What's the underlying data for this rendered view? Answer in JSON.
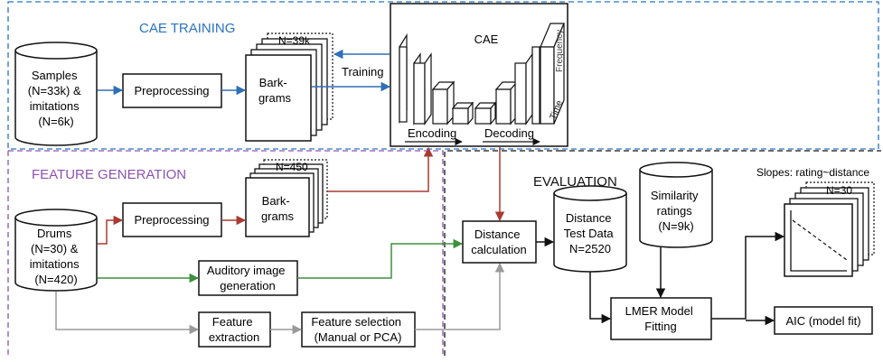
{
  "sections": {
    "cae_training": "CAE TRAINING",
    "feature_generation": "FEATURE GENERATION",
    "evaluation": "EVALUATION"
  },
  "nodes": {
    "samples": [
      "Samples",
      "(N=33k) &",
      "imitations",
      "(N=6k)"
    ],
    "preprocessing_top": "Preprocessing",
    "barkgrams_top": [
      "Bark-",
      "grams"
    ],
    "barkgrams_top_count": "N=39k",
    "training_label": "Training",
    "cae_title": "CAE",
    "cae_frequency": "Frequency",
    "cae_time": "Time",
    "cae_encoding": "Encoding",
    "cae_decoding": "Decoding",
    "drums": [
      "Drums",
      "(N=30) &",
      "imitations",
      "(N=420)"
    ],
    "preprocessing_mid": "Preprocessing",
    "barkgrams_mid": [
      "Bark-",
      "grams"
    ],
    "barkgrams_mid_count": "N=450",
    "auditory": [
      "Auditory image",
      "generation"
    ],
    "feature_extraction": [
      "Feature",
      "extraction"
    ],
    "feature_selection": [
      "Feature selection",
      "(Manual or PCA)"
    ],
    "distance_calc": [
      "Distance",
      "calculation"
    ],
    "distance_test": [
      "Distance",
      "Test Data",
      "N=2520"
    ],
    "similarity": [
      "Similarity",
      "ratings",
      "(N=9k)"
    ],
    "lmer": [
      "LMER Model",
      "Fitting"
    ],
    "slopes_title": "Slopes: rating~distance",
    "slopes_count": "N=30",
    "aic": "AIC (model fit)"
  },
  "colors": {
    "blue": "#2e6fb7",
    "red": "#a83a32",
    "green": "#3e8f3e",
    "gray": "#9a9a9a",
    "purple": "#8e52b0",
    "section_blue": "#2a73c0"
  }
}
